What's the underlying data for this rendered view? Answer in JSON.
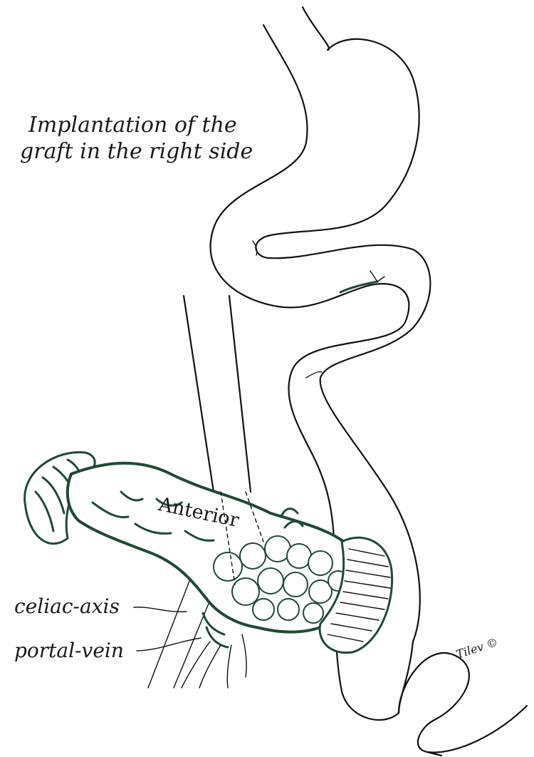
{
  "figure": {
    "title_line1": "Implantation of the",
    "title_line2": "graft in the right side",
    "organ_label": "Anterior",
    "labels": {
      "celiac_axis": "celiac-axis",
      "portal_vein": "portal-vein"
    },
    "signature": "Tilev ©",
    "ink_color": "#111111",
    "accent_color": "#1f4a34"
  }
}
